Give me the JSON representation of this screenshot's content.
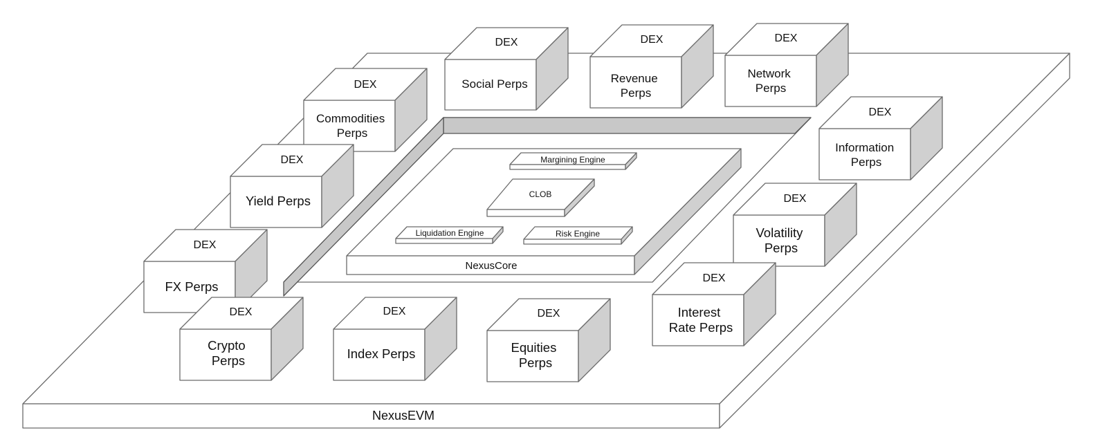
{
  "platform": {
    "label": "NexusEVM"
  },
  "core": {
    "label": "NexusCore",
    "engines": [
      {
        "id": "margining",
        "label": "Margining Engine"
      },
      {
        "id": "clob",
        "label": "CLOB"
      },
      {
        "id": "liquidation",
        "label": "Liquidation Engine"
      },
      {
        "id": "risk",
        "label": "Risk Engine"
      }
    ]
  },
  "dex_label": "DEX",
  "markets": [
    {
      "id": "social",
      "lines": [
        "Social Perps"
      ]
    },
    {
      "id": "revenue",
      "lines": [
        "Revenue",
        "Perps"
      ]
    },
    {
      "id": "network",
      "lines": [
        "Network",
        "Perps"
      ]
    },
    {
      "id": "commodities",
      "lines": [
        "Commodities",
        "Perps"
      ]
    },
    {
      "id": "information",
      "lines": [
        "Information",
        "Perps"
      ]
    },
    {
      "id": "yield",
      "lines": [
        "Yield Perps"
      ]
    },
    {
      "id": "volatility",
      "lines": [
        "Volatility",
        "Perps"
      ]
    },
    {
      "id": "fx",
      "lines": [
        "FX Perps"
      ]
    },
    {
      "id": "interest-rate",
      "lines": [
        "Interest",
        "Rate Perps"
      ]
    },
    {
      "id": "crypto",
      "lines": [
        "Crypto",
        "Perps"
      ]
    },
    {
      "id": "index",
      "lines": [
        "Index Perps"
      ]
    },
    {
      "id": "equities",
      "lines": [
        "Equities",
        "Perps"
      ]
    }
  ]
}
